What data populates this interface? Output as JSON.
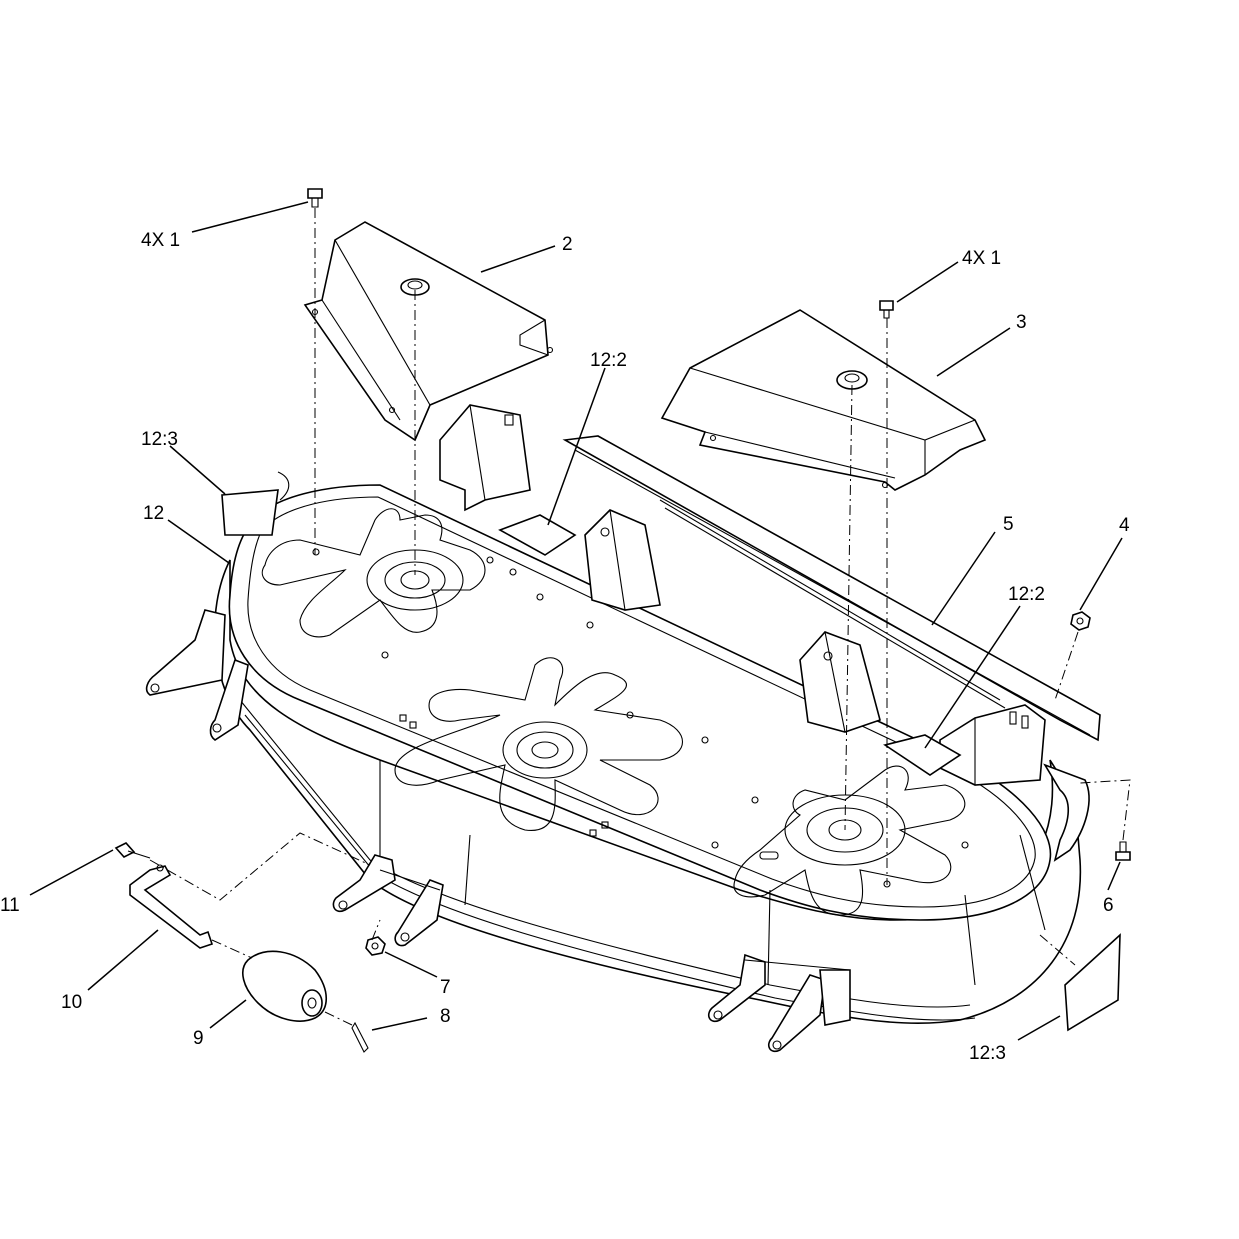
{
  "callouts": {
    "c1a": "4X 1",
    "c2": "2",
    "c1b": "4X 1",
    "c3": "3",
    "c12_2a": "12:2",
    "c12_3a": "12:3",
    "c12": "12",
    "c5": "5",
    "c4": "4",
    "c12_2b": "12:2",
    "c6": "6",
    "c11": "11",
    "c7": "7",
    "c10": "10",
    "c8": "8",
    "c9": "9",
    "c12_3b": "12:3"
  }
}
